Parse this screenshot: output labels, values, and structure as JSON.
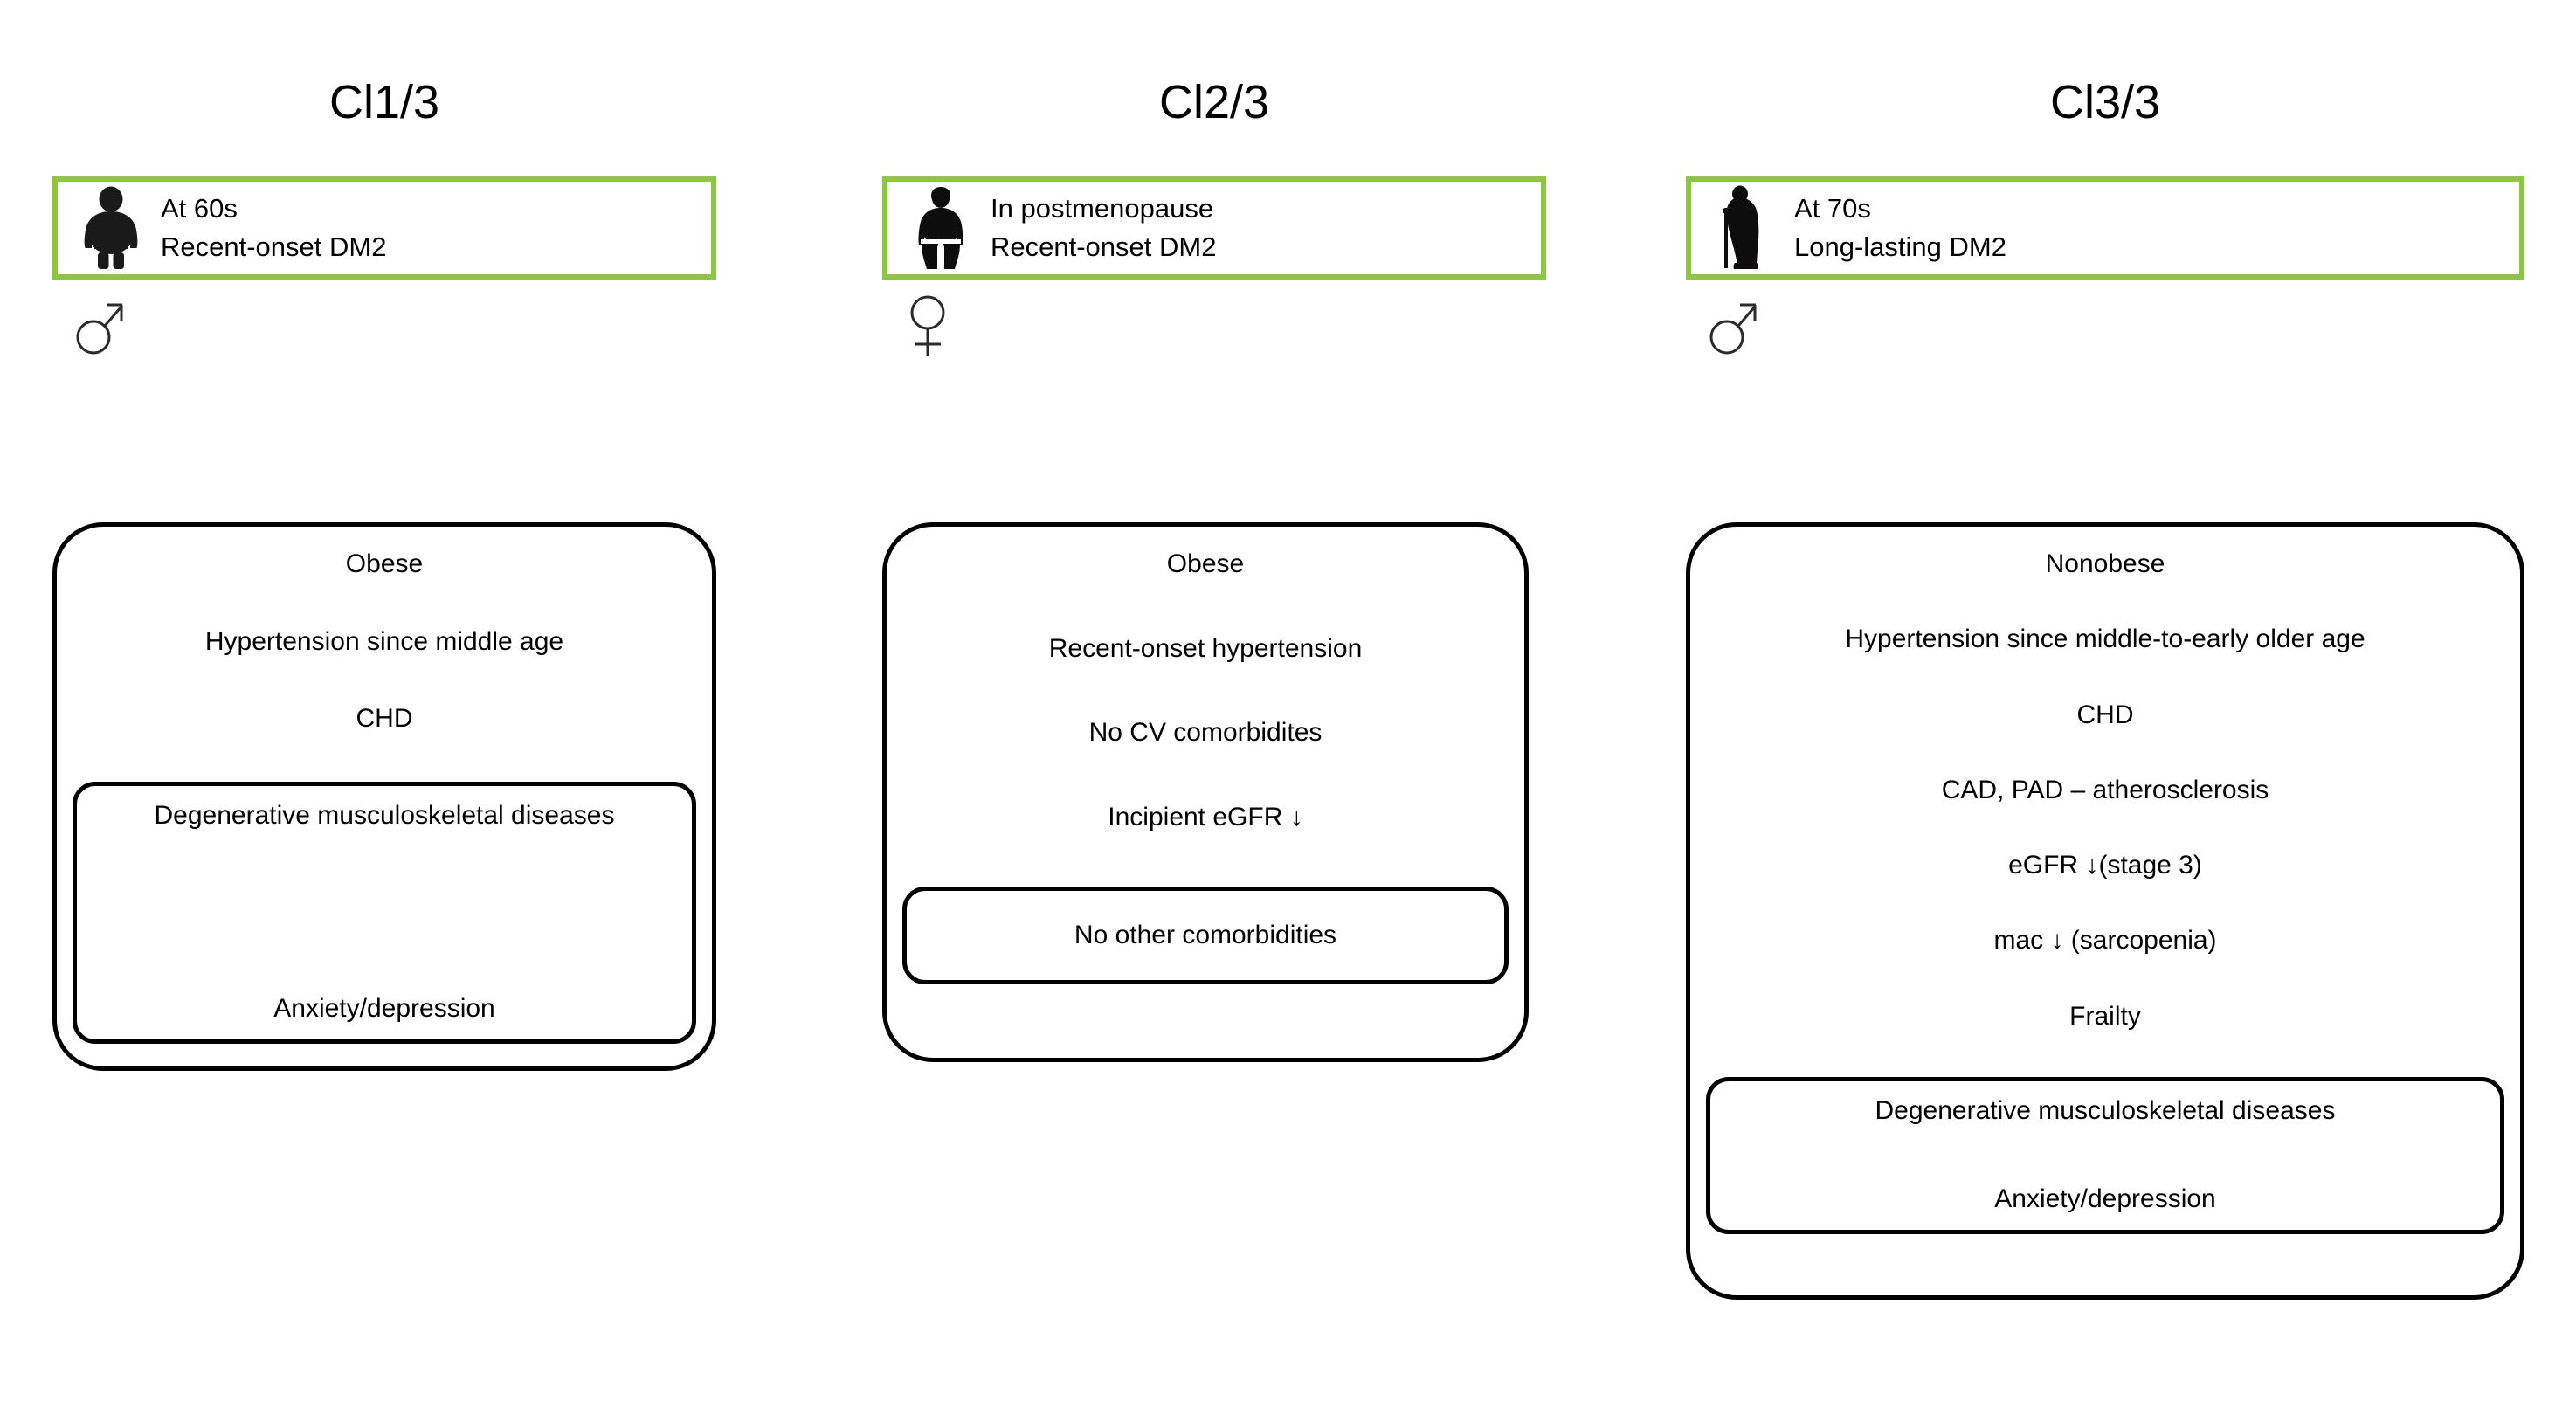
{
  "diagram": {
    "type": "clinical-phenotype-cluster-diagram",
    "accent_green": "#8DC63F",
    "line_color": "#000000",
    "background": "#ffffff",
    "columns": [
      {
        "title": "Cl1/3",
        "profile": {
          "icon": "obese-man-icon",
          "line1": "At 60s",
          "line2": "Recent-onset DM2"
        },
        "sex_symbol": "male-symbol",
        "sex_symbol_glyph": "♂",
        "features": [
          "Obese",
          "Hypertension since middle age",
          "CHD"
        ],
        "inner_box": {
          "lines": [
            "Degenerative musculoskeletal diseases",
            "Anxiety/depression"
          ]
        }
      },
      {
        "title": "Cl2/3",
        "profile": {
          "icon": "obese-woman-icon",
          "line1": "In postmenopause",
          "line2": "Recent-onset DM2"
        },
        "sex_symbol": "female-symbol",
        "sex_symbol_glyph": "♀",
        "features": [
          "Obese",
          "Recent-onset hypertension",
          "No CV comorbidites",
          "Incipient eGFR ↓"
        ],
        "inner_box": {
          "lines": [
            "No other comorbidities"
          ]
        }
      },
      {
        "title": "Cl3/3",
        "profile": {
          "icon": "elderly-man-with-cane-icon",
          "line1": "At 70s",
          "line2": "Long-lasting DM2"
        },
        "sex_symbol": "male-symbol",
        "sex_symbol_glyph": "♂",
        "features": [
          "Nonobese",
          "Hypertension since middle-to-early older age",
          "CHD",
          "CAD, PAD – atherosclerosis",
          "eGFR ↓(stage 3)",
          "mac ↓ (sarcopenia)",
          "Frailty"
        ],
        "inner_box": {
          "lines": [
            "Degenerative musculoskeletal diseases",
            "Anxiety/depression"
          ]
        }
      }
    ]
  }
}
